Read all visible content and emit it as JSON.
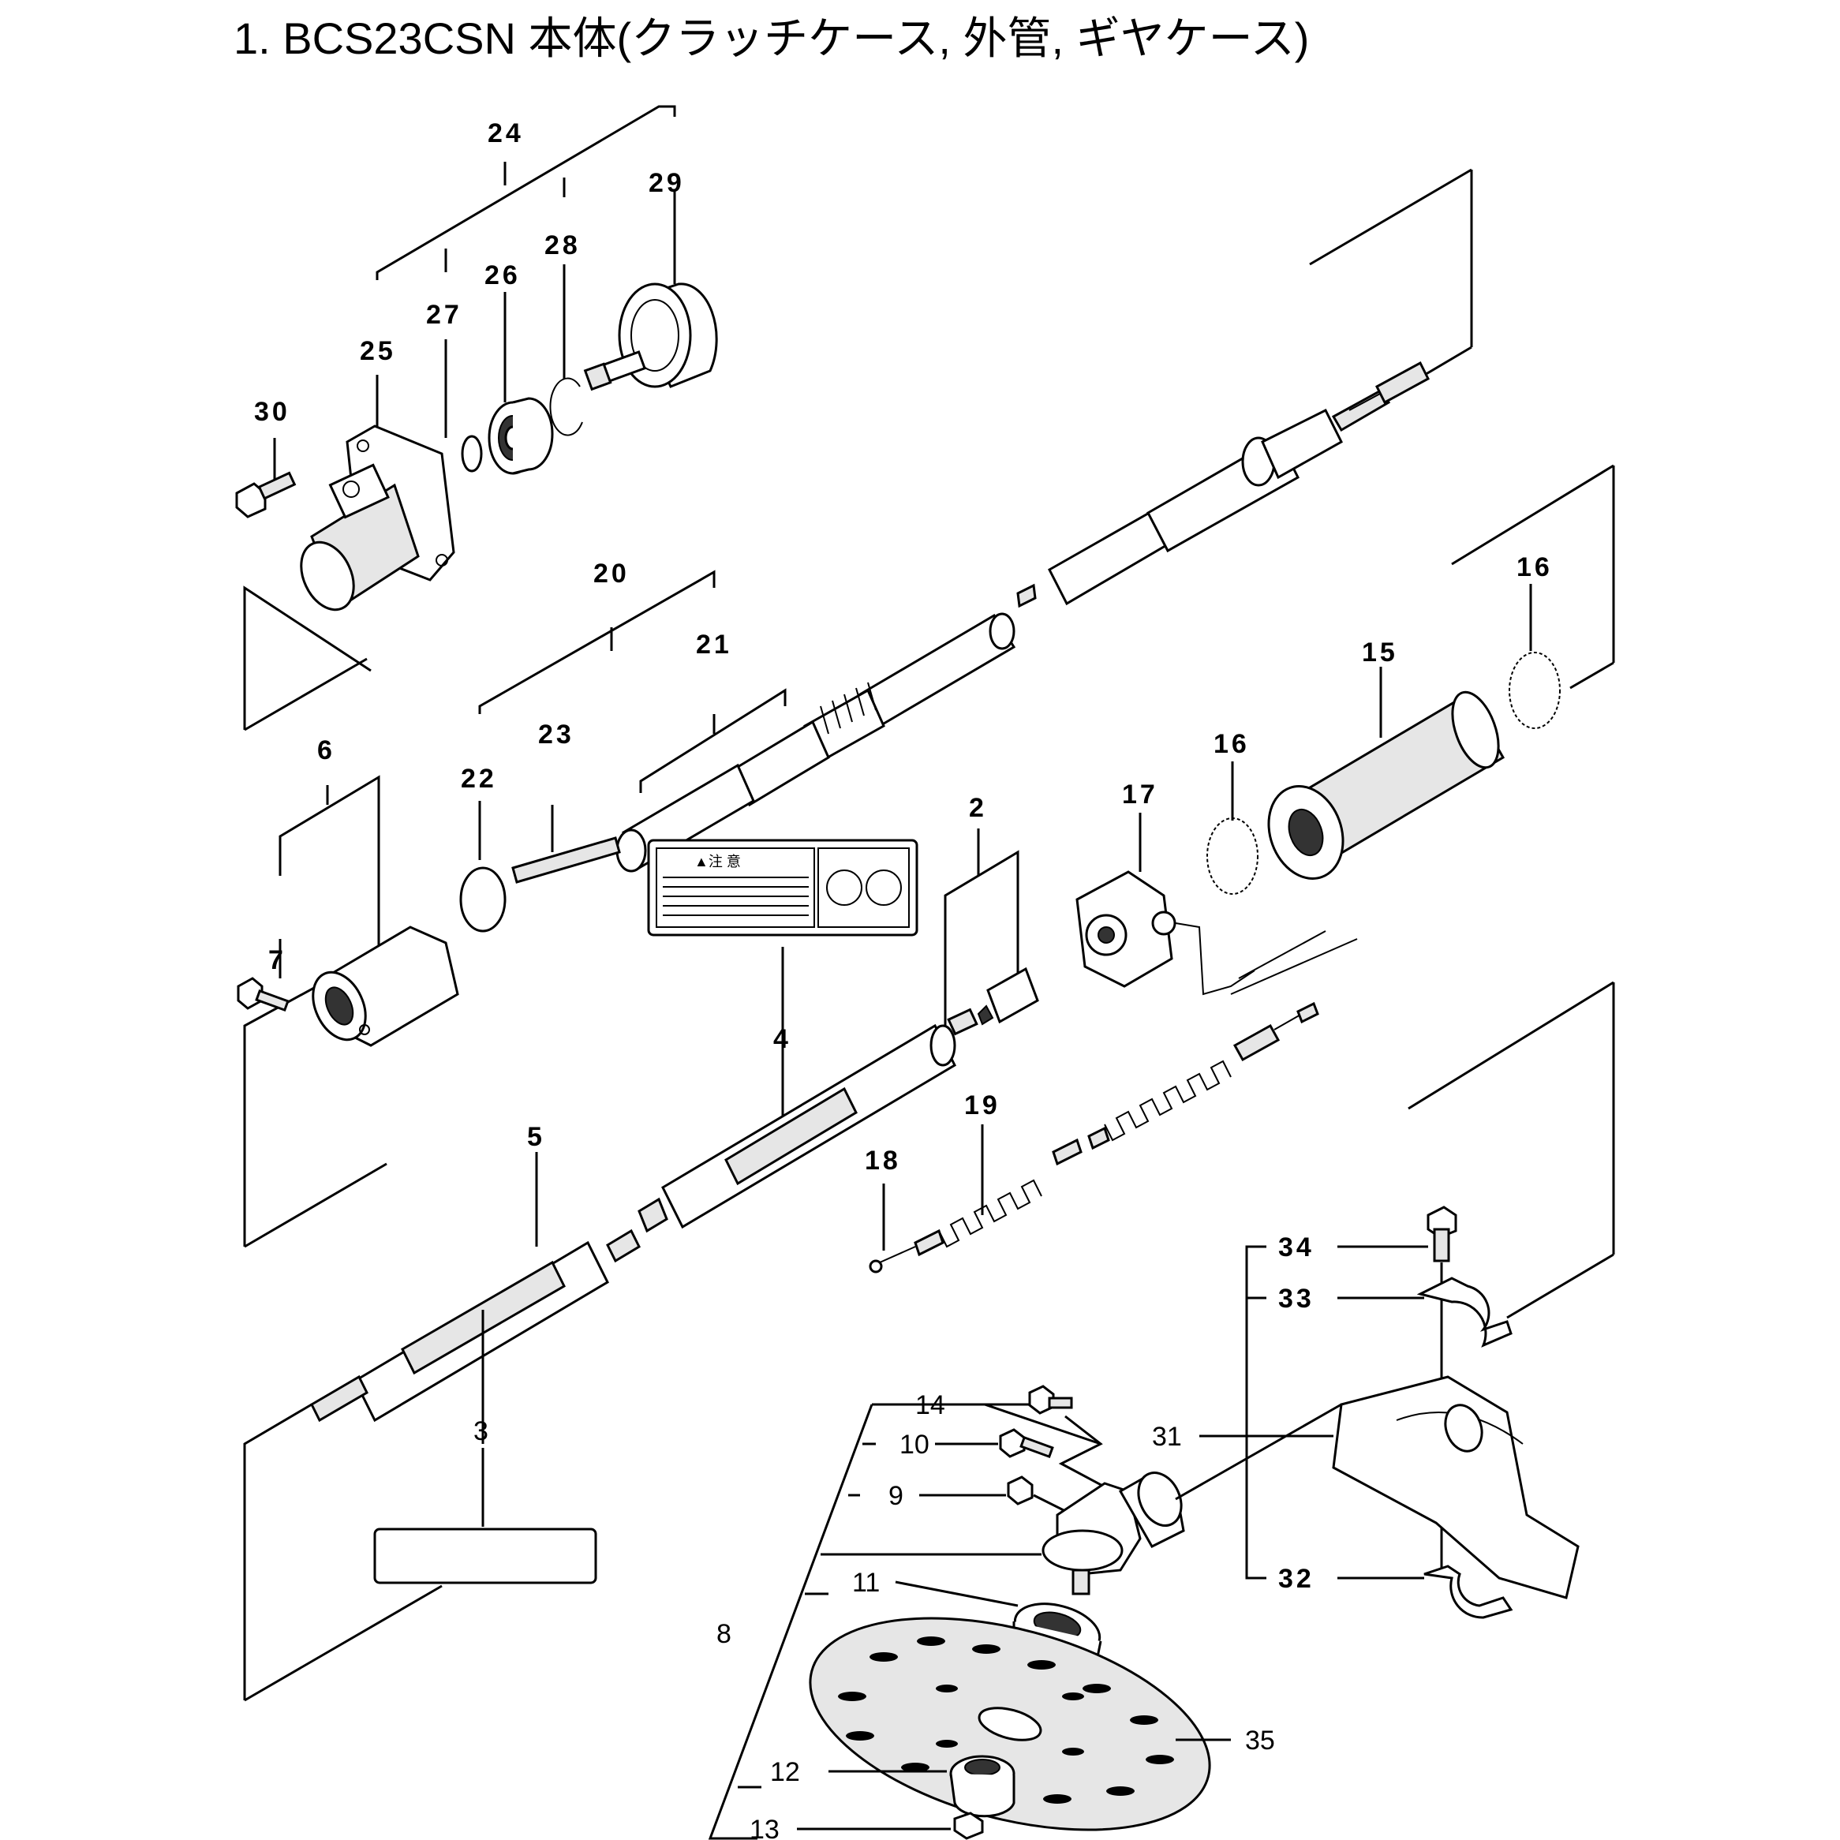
{
  "title": "1. BCS23CSN  本体(クラッチケース, 外管, ギヤケース)",
  "callouts": {
    "c2": "2",
    "c3": "3",
    "c4": "4",
    "c5": "5",
    "c6": "6",
    "c7": "7",
    "c8": "8",
    "c9": "9",
    "c10": "10",
    "c11": "11",
    "c12": "12",
    "c13": "13",
    "c14": "14",
    "c15": "15",
    "c16a": "16",
    "c16b": "16",
    "c17": "17",
    "c18": "18",
    "c19": "19",
    "c20": "20",
    "c21": "21",
    "c22": "22",
    "c23": "23",
    "c24": "24",
    "c25": "25",
    "c26": "26",
    "c27": "27",
    "c28": "28",
    "c29": "29",
    "c30": "30",
    "c31": "31",
    "c32": "32",
    "c33": "33",
    "c34": "34",
    "c35": "35"
  },
  "label_sticker": {
    "header": "▲注 意"
  }
}
